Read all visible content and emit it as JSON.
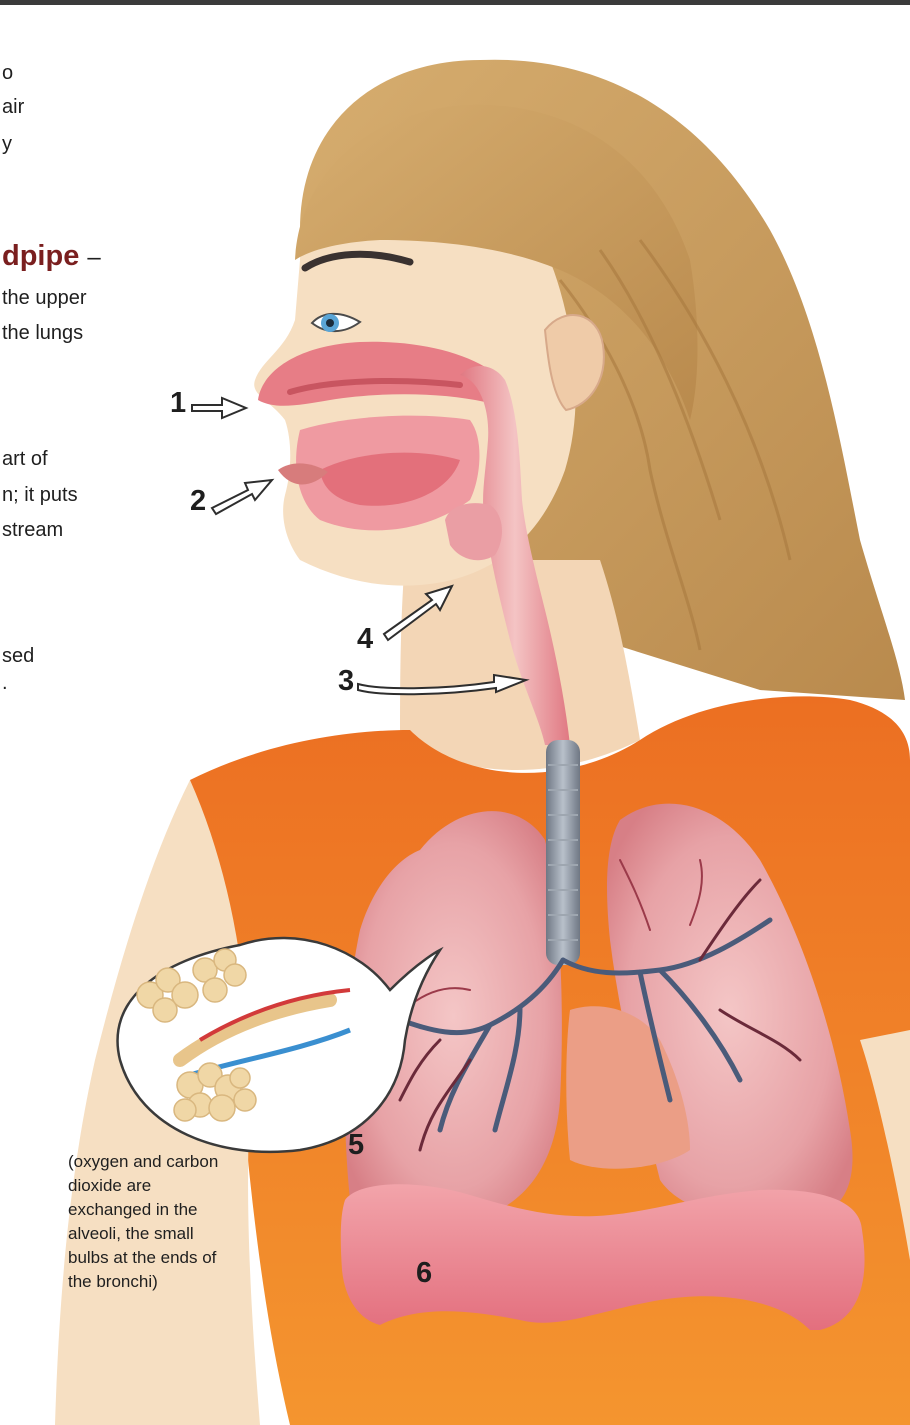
{
  "page": {
    "background": "#ffffff"
  },
  "text_fragments": {
    "f1": "o",
    "f2": "air",
    "f3": "y",
    "heading": "dpipe",
    "heading_dash": "–",
    "f4": "the upper",
    "f5": "the lungs",
    "f6": "art of",
    "f7": "n; it puts",
    "f8": "stream",
    "f9": "sed",
    "f10": "."
  },
  "labels": {
    "l1": "1",
    "l2": "2",
    "l3": "3",
    "l4": "4",
    "l5": "5",
    "l6": "6"
  },
  "inset_caption": "(oxygen and carbon dioxide are exchanged in the alveoli, the small bulbs at the ends of the bronchi)",
  "colors": {
    "heading": "#7a1f1f",
    "shirt": "#f07f2a",
    "skin": "#f6dfc2",
    "hair": "#c9a063",
    "lung": "#e89aa0",
    "trachea": "#8e97a3",
    "airway_mucosa": "#e6737c"
  }
}
